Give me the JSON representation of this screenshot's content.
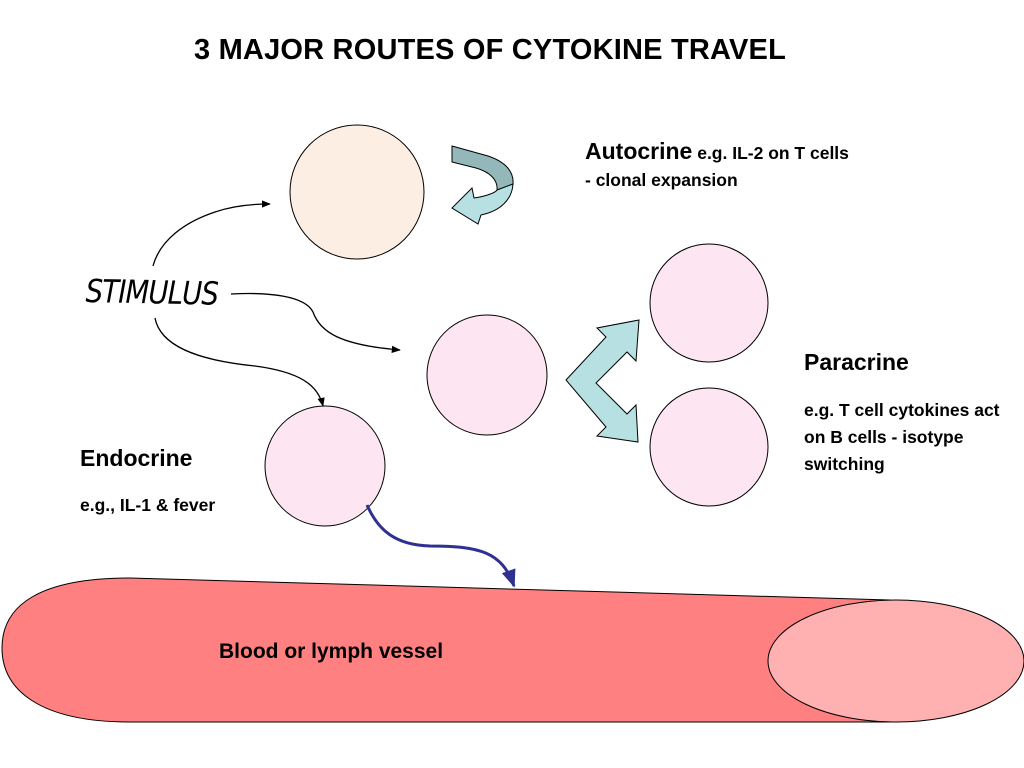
{
  "title": "3 MAJOR ROUTES OF CYTOKINE TRAVEL",
  "stimulus": "STIMULUS",
  "autocrine": {
    "name": "Autocrine",
    "example": " e.g. IL-2 on T cells - clonal expansion"
  },
  "paracrine": {
    "name": "Paracrine",
    "example": "e.g. T cell cytokines act on B cells - isotype switching"
  },
  "endocrine": {
    "name": "Endocrine",
    "example": "e.g., IL-1 & fever"
  },
  "vessel": {
    "label": "Blood or lymph vessel"
  },
  "colors": {
    "autocrine_cell": "#fdeee3",
    "pink_cell": "#fde6f2",
    "vessel_body": "#ff8080",
    "vessel_end": "#ffb0b0",
    "block_arrow": "#b7e0e3",
    "autocrine_arrow_dark": "#94b8ba",
    "endocrine_arrow": "#2e3192"
  }
}
